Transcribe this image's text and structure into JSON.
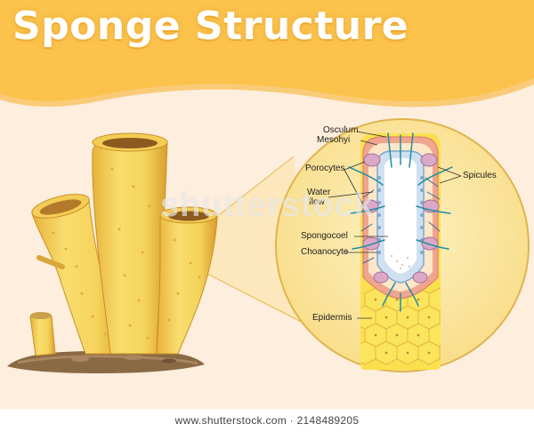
{
  "title": "Sponge Structure",
  "labels": {
    "osculum": "Osculum",
    "mesohyl": "Mesohyi",
    "porocytes": "Porocytes",
    "water_flow_1": "Water",
    "water_flow_2": "flow",
    "spongocoel": "Spongocoel",
    "choanocyte": "Choanocyte",
    "epidermis": "Epidermis",
    "spicules": "Spicules"
  },
  "watermark": "shutterstock",
  "footer_text": "www.shutterstock.com · 2148489205",
  "colors": {
    "header_orange": "#fbc34c",
    "background_cream": "#fdeedd",
    "sponge_yellow": "#f5d45c",
    "lens_fill": "#fbe9a8"
  }
}
